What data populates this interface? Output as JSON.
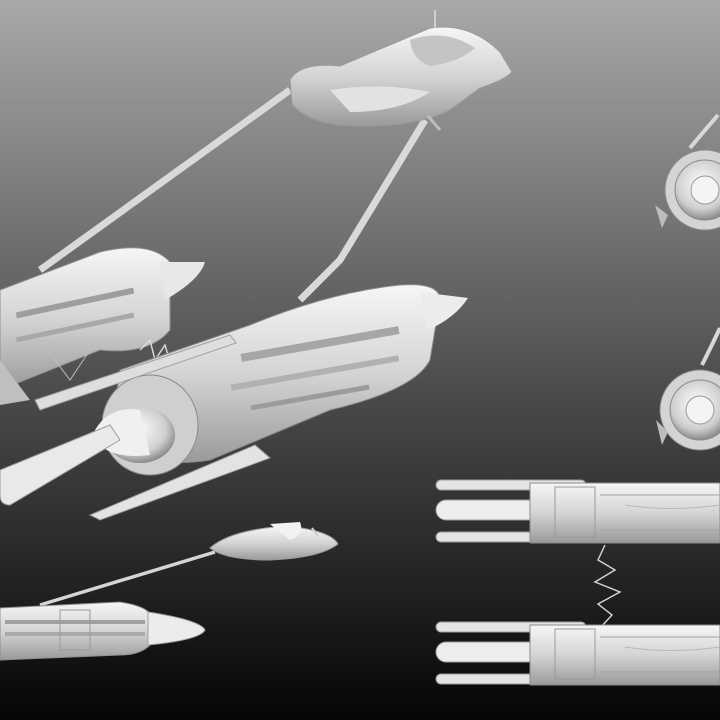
{
  "render": {
    "subject": "",
    "views": [
      "perspective",
      "front-top",
      "front-bottom",
      "side",
      "top-upper",
      "top-lower"
    ]
  },
  "colors": {
    "background_top": "#a9a9a9",
    "background_bottom": "#050505",
    "model_light": "#f2f2f2",
    "model_mid": "#c8c8c8",
    "model_dark": "#7e7e7e",
    "model_line": "#8f8f8f"
  }
}
